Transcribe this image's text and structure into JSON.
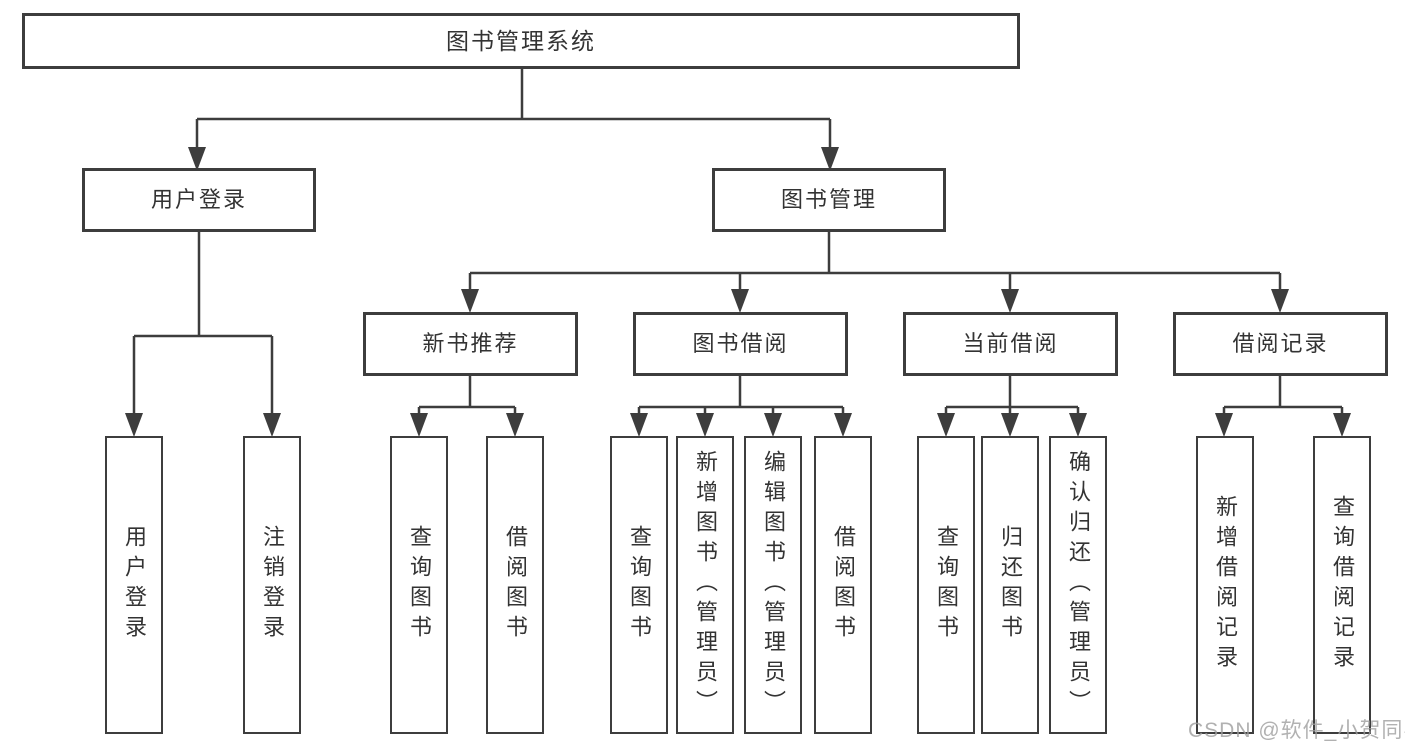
{
  "diagram": {
    "root": {
      "label": "图书管理系统"
    },
    "branches": [
      {
        "label": "用户登录",
        "children": [
          {
            "label": "用户登录"
          },
          {
            "label": "注销登录"
          }
        ]
      },
      {
        "label": "图书管理",
        "children": [
          {
            "label": "新书推荐",
            "children": [
              {
                "label": "查询图书"
              },
              {
                "label": "借阅图书"
              }
            ]
          },
          {
            "label": "图书借阅",
            "children": [
              {
                "label": "查询图书"
              },
              {
                "label": "新增图书（管理员）"
              },
              {
                "label": "编辑图书（管理员）"
              },
              {
                "label": "借阅图书"
              }
            ]
          },
          {
            "label": "当前借阅",
            "children": [
              {
                "label": "查询图书"
              },
              {
                "label": "归还图书"
              },
              {
                "label": "确认归还（管理员）"
              }
            ]
          },
          {
            "label": "借阅记录",
            "children": [
              {
                "label": "新增借阅记录"
              },
              {
                "label": "查询借阅记录"
              }
            ]
          }
        ]
      }
    ]
  },
  "watermark": {
    "text": "CSDN @软件_小贺同学"
  },
  "colors": {
    "line": "#3d3d3d",
    "box_border": "#3d3d3d",
    "box_fill": "#ffffff",
    "text": "#333333",
    "watermark": "#9e9e9e"
  }
}
